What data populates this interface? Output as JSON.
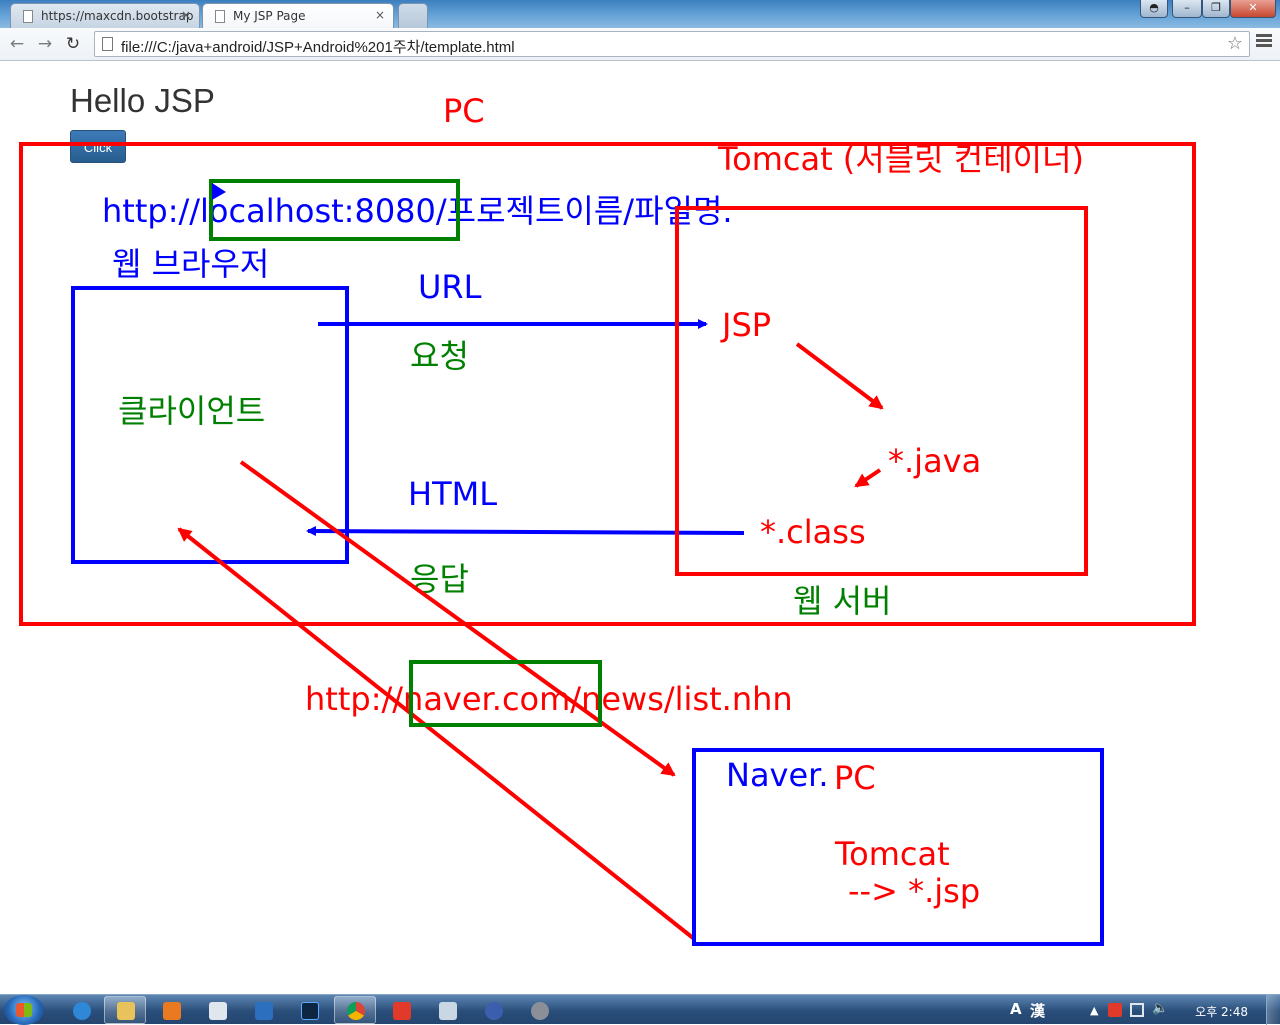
{
  "browser": {
    "tabs": [
      {
        "label": "https://maxcdn.bootstrap",
        "active": false
      },
      {
        "label": "My JSP Page",
        "active": true
      }
    ],
    "tab_close": "×",
    "address": "file:///C:/java+android/JSP+Android%201주차/template.html",
    "back_icon": "←",
    "forward_icon": "→",
    "reload_icon": "↻",
    "star_icon": "☆"
  },
  "page": {
    "title": "Hello JSP",
    "button_label": "Click"
  },
  "annotations": {
    "pc": "PC",
    "tomcat": "Tomcat (서블릿 컨테이너)",
    "local_url": "http://localhost:8080/프로젝트이름/파일명.",
    "web_browser": "웹 브라우저",
    "url": "URL",
    "request": "요청",
    "client": "클라이언트",
    "html": "HTML",
    "response": "응답",
    "jsp": "JSP",
    "java": "*.java",
    "class": "*.class",
    "web_server": "웹 서버",
    "naver_url": "http://naver.com/news/list.nhn",
    "naver_pc_naver": "Naver.",
    "naver_pc_pc": "PC",
    "naver_tomcat": "Tomcat",
    "naver_jsp": "--> *.jsp",
    "colors": {
      "red": "#ff0000",
      "blue": "#0000ff",
      "green": "#008000"
    }
  },
  "taskbar": {
    "ime_lang": "A",
    "ime_hanja": "漢",
    "clock": "오후 2:48"
  }
}
